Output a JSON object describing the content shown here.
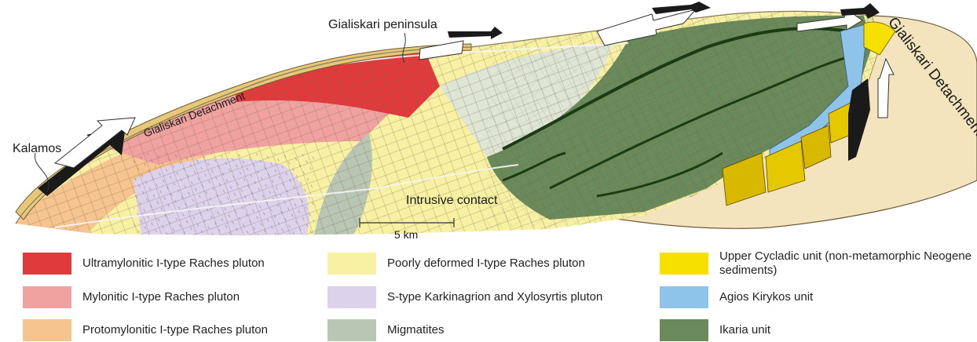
{
  "diagram": {
    "labels": {
      "gialiskari_peninsula": "Gialiskari peninsula",
      "gialiskari_detachment_left": "Gialiskari Detachment",
      "gialiskari_detachment_right": "Gialiskari Detachment",
      "kalamos": "Kalamos",
      "intrusive_contact": "Intrusive contact",
      "scale": "5 km"
    },
    "colors": {
      "ultramylonitic": "#e03a3c",
      "mylonitic": "#f0a2a0",
      "protomylonitic": "#f6c48e",
      "poorly_deformed": "#f8f1a4",
      "s_type": "#ddd2ec",
      "migmatites": "#b9c6b4",
      "upper_cycladic": "#f6e000",
      "agios_kirykos": "#8fc4ea",
      "ikaria": "#6a8a5c",
      "detachment_band": "#e6c878"
    }
  },
  "legend": {
    "items": [
      {
        "label": "Ultramylonitic I-type Raches pluton",
        "color": "#e03a3c"
      },
      {
        "label": "Poorly deformed I-type Raches pluton",
        "color": "#f8f1a4"
      },
      {
        "label": "Upper Cycladic unit (non-metamorphic Neogene sediments)",
        "color": "#f6e000"
      },
      {
        "label": "Mylonitic I-type Raches pluton",
        "color": "#f0a2a0"
      },
      {
        "label": "S-type Karkinagrion and Xylosyrtis pluton",
        "color": "#ddd2ec"
      },
      {
        "label": "Agios Kirykos unit",
        "color": "#8fc4ea"
      },
      {
        "label": "Protomylonitic I-type Raches pluton",
        "color": "#f6c48e"
      },
      {
        "label": "Migmatites",
        "color": "#b9c6b4"
      },
      {
        "label": "Ikaria unit",
        "color": "#6a8a5c"
      }
    ]
  }
}
